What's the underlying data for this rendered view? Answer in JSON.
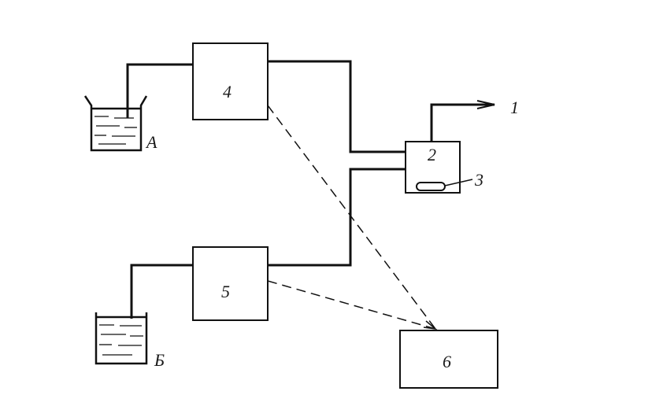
{
  "labels": {
    "beaker_a": "A",
    "beaker_b": "Б",
    "outlet": "1",
    "cell": "2",
    "sensor": "3",
    "block_4": "4",
    "block_5": "5",
    "block_6": "6"
  }
}
